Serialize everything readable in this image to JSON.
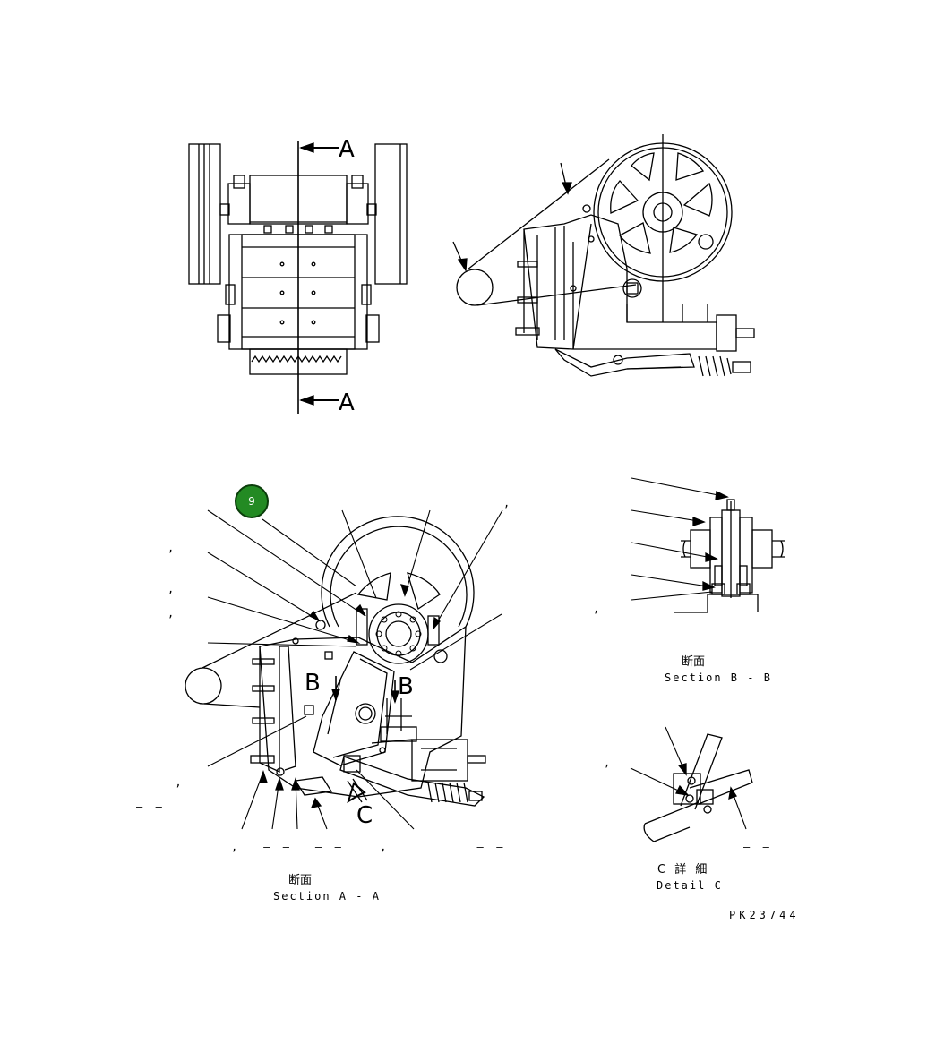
{
  "views": {
    "top": {
      "cut_label_top": "A",
      "cut_label_bottom": "A"
    },
    "section_a": {
      "label_b_left": "B",
      "label_b_right": "B",
      "label_c": "C",
      "caption_jp": "断面",
      "caption_en": "Section A - A"
    },
    "section_b": {
      "caption_jp": "断面",
      "caption_en": "Section B - B"
    },
    "detail_c": {
      "caption_jp": "C 詳 細",
      "caption_en": "Detail C"
    }
  },
  "badge": {
    "label": "9",
    "color": "#238a23"
  },
  "drawing_number": "PK23744"
}
